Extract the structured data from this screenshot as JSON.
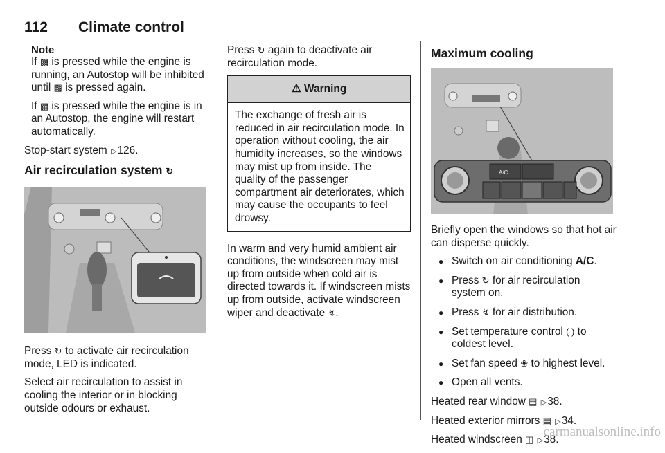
{
  "header": {
    "page_number": "112",
    "section_title": "Climate control"
  },
  "col1": {
    "note_title": "Note",
    "note_p1": [
      "If",
      "is pressed while the engine is running, an Autostop will be inhibited until",
      "is pressed again."
    ],
    "note_p2": [
      "If",
      "is pressed while the engine is in an Autostop, the engine will restart automatically."
    ],
    "stopstart": {
      "text": "Stop-start system",
      "page": "126."
    },
    "heading": "Air recirculation system",
    "p_press": [
      "Press",
      "to activate air recirculation mode, LED is indicated."
    ],
    "p_select": "Select air recirculation to assist in cooling the interior or in blocking outside odours or exhaust."
  },
  "col2": {
    "p_again": [
      "Press",
      "again to deactivate air recirculation mode."
    ],
    "warning_title": "Warning",
    "warning_body": "The exchange of fresh air is reduced in air recirculation mode. In operation without cooling, the air humidity increases, so the windows may mist up from inside. The quality of the passenger compartment air deteriorates, which may cause the occupants to feel drowsy.",
    "p_humid": "In warm and very humid ambient air conditions, the windscreen may mist up from outside when cold air is directed towards it. If windscreen mists up from outside, activate windscreen wiper and deactivate"
  },
  "col3": {
    "heading": "Maximum cooling",
    "p_brief": "Briefly open the windows so that hot air can disperse quickly.",
    "bullets": {
      "b1": [
        "Switch on air conditioning",
        "A/C",
        "."
      ],
      "b2": [
        "Press",
        "for air recirculation system on."
      ],
      "b3": [
        "Press",
        "for air distribution."
      ],
      "b4": [
        "Set temperature control",
        "to coldest level."
      ],
      "b5": [
        "Set fan speed",
        "to highest level."
      ],
      "b6": "Open all vents."
    },
    "refs": {
      "rear": {
        "text": "Heated rear window",
        "page": "38."
      },
      "mirrors": {
        "text": "Heated exterior mirrors",
        "page": "34."
      },
      "windscreen": {
        "text": "Heated windscreen",
        "page": "38."
      }
    }
  },
  "figure_labels": {
    "ac": "A/C"
  },
  "watermark": "carmanualsonline.info",
  "colors": {
    "text": "#1a1a1a",
    "warning_header": "#d2d2d2",
    "figure_bg": "#bfbfbf"
  },
  "icons": [
    "eco-button-icon",
    "recirculation-icon",
    "page-ref-arrow-icon",
    "warning-triangle-icon",
    "windscreen-air-distribution-icon",
    "temperature-control-icon",
    "fan-icon",
    "heated-rear-window-icon",
    "heated-mirror-icon",
    "heated-windscreen-icon"
  ]
}
